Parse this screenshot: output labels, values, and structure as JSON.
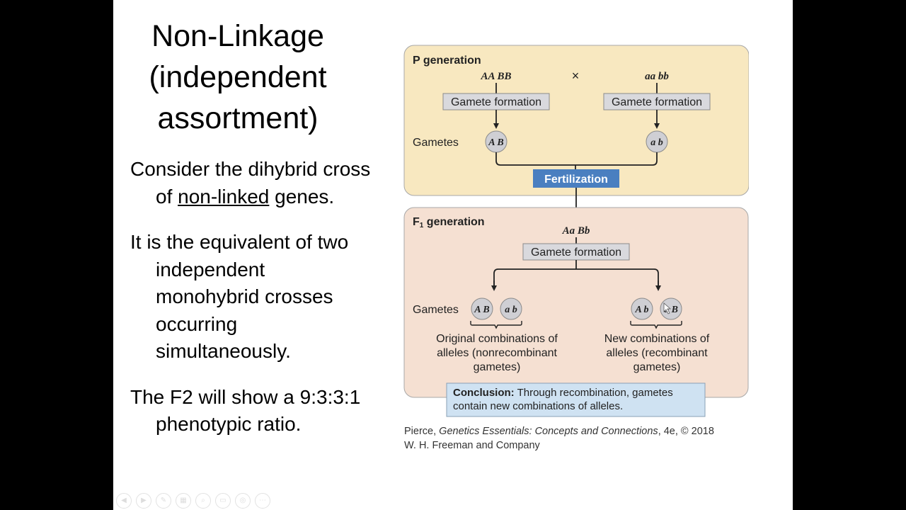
{
  "slide": {
    "title_lines": [
      "Non-Linkage",
      "(independent",
      "assortment)"
    ],
    "bullet1": {
      "prefix": "Consider the dihybrid cross of ",
      "link": "non-linked",
      "suffix": " genes."
    },
    "bullet2": "It is the equivalent of two independent monohybrid crosses occurring simultaneously.",
    "bullet3": "The F2 will show a 9:3:3:1 phenotypic ratio."
  },
  "diagram": {
    "p_generation_label": "P generation",
    "parent1": "AA BB",
    "cross_symbol": "×",
    "parent2": "aa bb",
    "gamete_formation": "Gamete formation",
    "gametes_label": "Gametes",
    "p_gamete1": "A B",
    "p_gamete2": "a b",
    "fertilization": "Fertilization",
    "f1_label": "F",
    "f1_sub": "1",
    "f1_label_rest": " generation",
    "f1_genotype": "Aa Bb",
    "f1_gametes": [
      "A B",
      "a b",
      "A b",
      "a B"
    ],
    "nonrecombinant_lines": [
      "Original combinations of",
      "alleles (nonrecombinant",
      "gametes)"
    ],
    "recombinant_lines": [
      "New combinations of",
      "alleles (recombinant",
      "gametes)"
    ],
    "conclusion_bold": "Conclusion:",
    "conclusion_rest": " Through recombination, gametes",
    "conclusion_line2": "contain new combinations of alleles.",
    "credit_line1_a": "Pierce, ",
    "credit_line1_italic": "Genetics Essentials: Concepts and Connections",
    "credit_line1_b": ", 4e, © 2018",
    "credit_line2": "W. H. Freeman and Company"
  },
  "colors": {
    "p_box_fill": "#f8e8c0",
    "f1_box_fill": "#f5e0d2",
    "gamete_circle_fill": "#cfcfd4",
    "fertilization_fill": "#4a7fc0",
    "conclusion_fill": "#cfe2f2"
  }
}
